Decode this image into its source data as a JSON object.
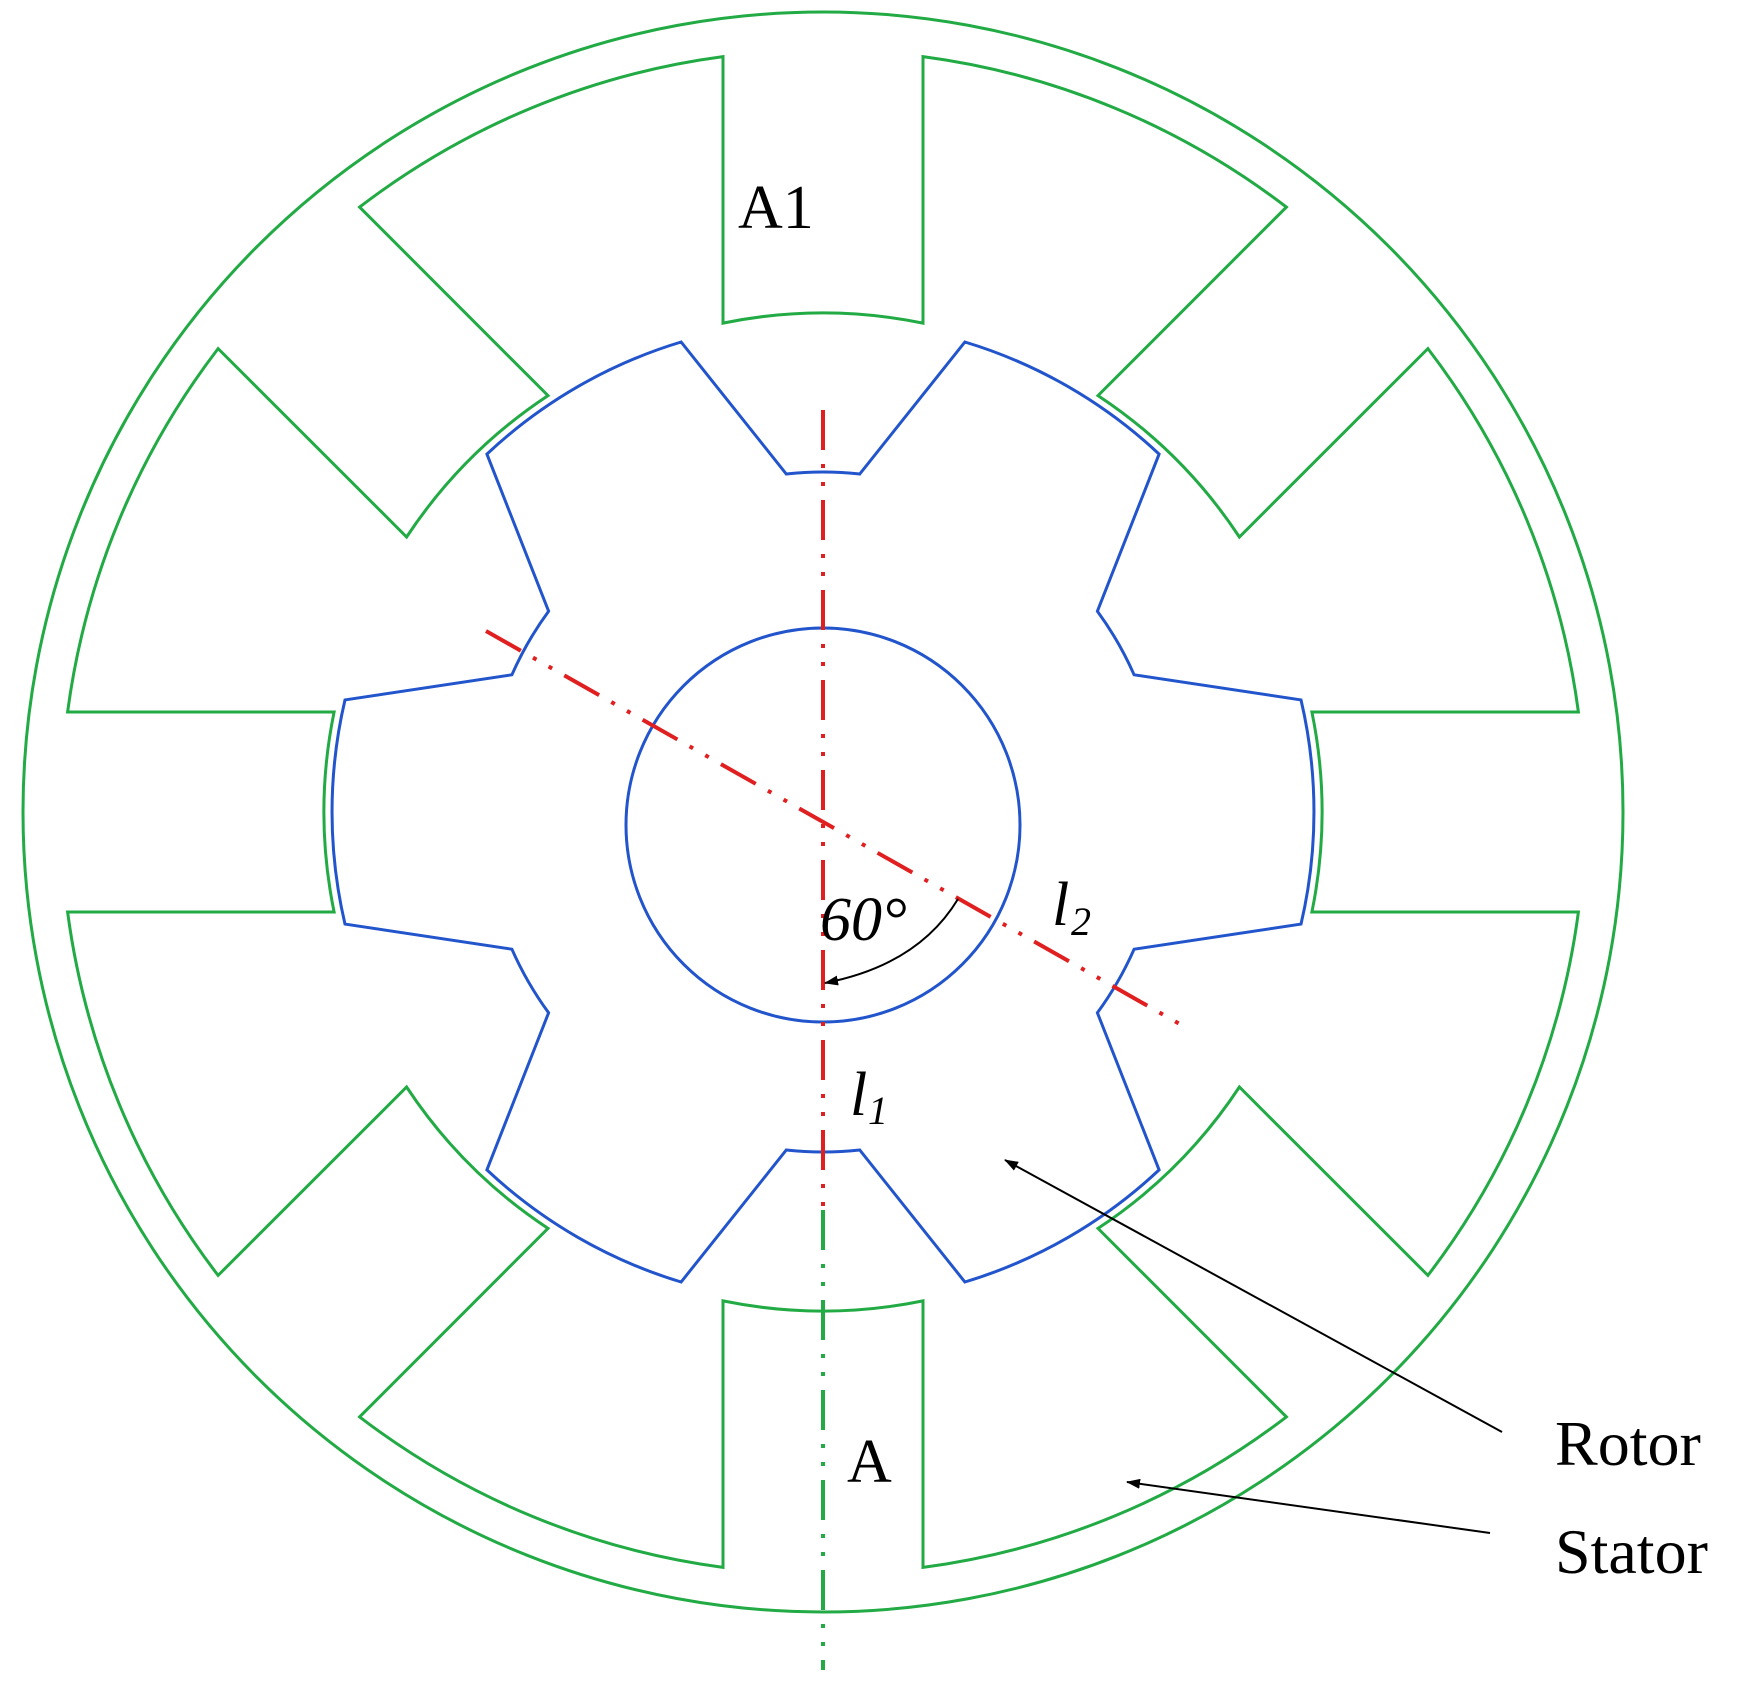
{
  "labels": {
    "pole_top": "A1",
    "pole_bottom": "A",
    "angle": "60°",
    "line1_main": "l",
    "line1_sub": "1",
    "line2_main": "l",
    "line2_sub": "2",
    "rotor": "Rotor",
    "stator": "Stator"
  },
  "colors": {
    "stator": "#22aa44",
    "rotor": "#2255cc",
    "rotor_axis": "#e02020",
    "stator_axis": "#22aa44",
    "annotation": "#000000"
  },
  "geometry": {
    "stator_poles": 8,
    "rotor_poles": 6,
    "angle_between_axes_deg": 60
  }
}
